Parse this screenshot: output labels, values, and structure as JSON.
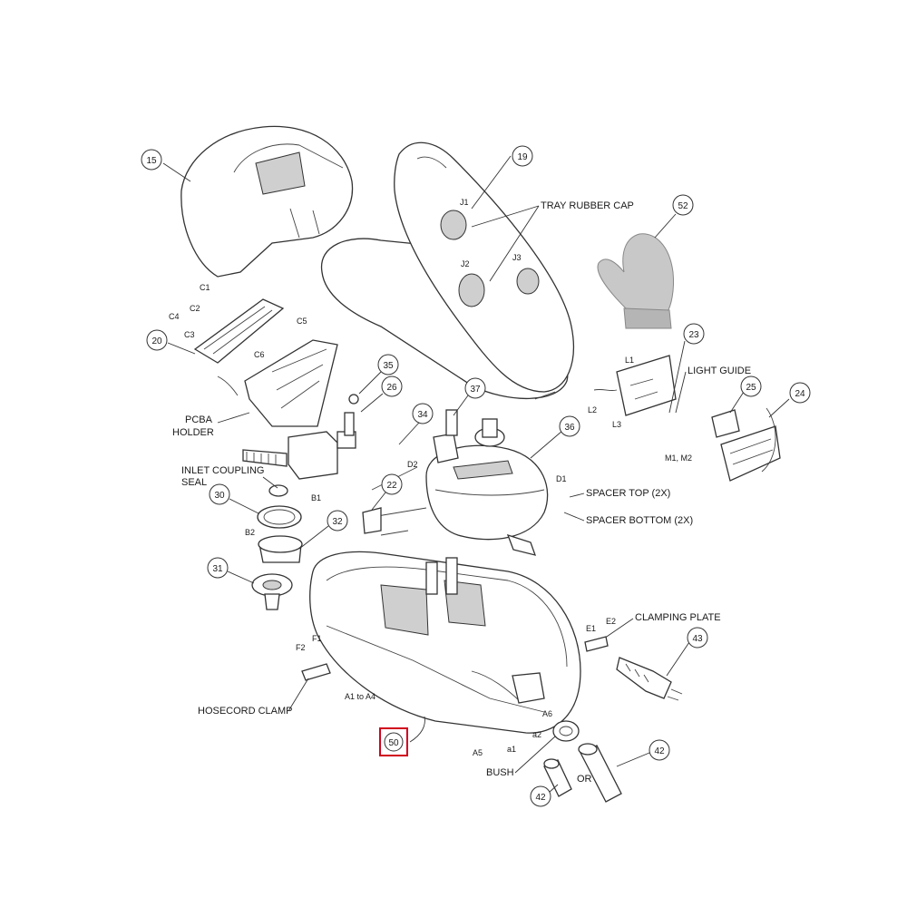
{
  "callouts": {
    "c15": "15",
    "c19": "19",
    "c52": "52",
    "c20": "20",
    "c23": "23",
    "c35": "35",
    "c26": "26",
    "c37": "37",
    "c34": "34",
    "c36": "36",
    "c25": "25",
    "c24": "24",
    "c22": "22",
    "c30": "30",
    "c32": "32",
    "c31": "31",
    "c43": "43",
    "c50": "50",
    "c42a": "42",
    "c42b": "42"
  },
  "labels": {
    "tray_rubber_cap": "TRAY RUBBER CAP",
    "pcba_holder_1": "PCBA",
    "pcba_holder_2": "HOLDER",
    "inlet_coupling_seal_1": "INLET COUPLING",
    "inlet_coupling_seal_2": "SEAL",
    "light_guide": "LIGHT GUIDE",
    "spacer_top": "SPACER TOP (2X)",
    "spacer_bottom": "SPACER BOTTOM (2X)",
    "clamping_plate": "CLAMPING PLATE",
    "hosecord_clamp": "HOSECORD CLAMP",
    "bush": "BUSH",
    "or": "OR"
  },
  "screws": {
    "c1": "C1",
    "c2": "C2",
    "c3": "C3",
    "c4": "C4",
    "c5": "C5",
    "c6": "C6",
    "j1": "J1",
    "j2": "J2",
    "j3": "J3",
    "l1": "L1",
    "l2": "L2",
    "l3": "L3",
    "d1": "D1",
    "d2": "D2",
    "m1m2": "M1, M2",
    "b1": "B1",
    "b2": "B2",
    "e1": "E1",
    "e2": "E2",
    "f1": "F1",
    "f2": "F2",
    "a1toa4": "A1 to A4",
    "a5": "A5",
    "a6": "A6",
    "a1small": "a1",
    "a2small": "a2"
  },
  "highlight_color": "#d0021b"
}
